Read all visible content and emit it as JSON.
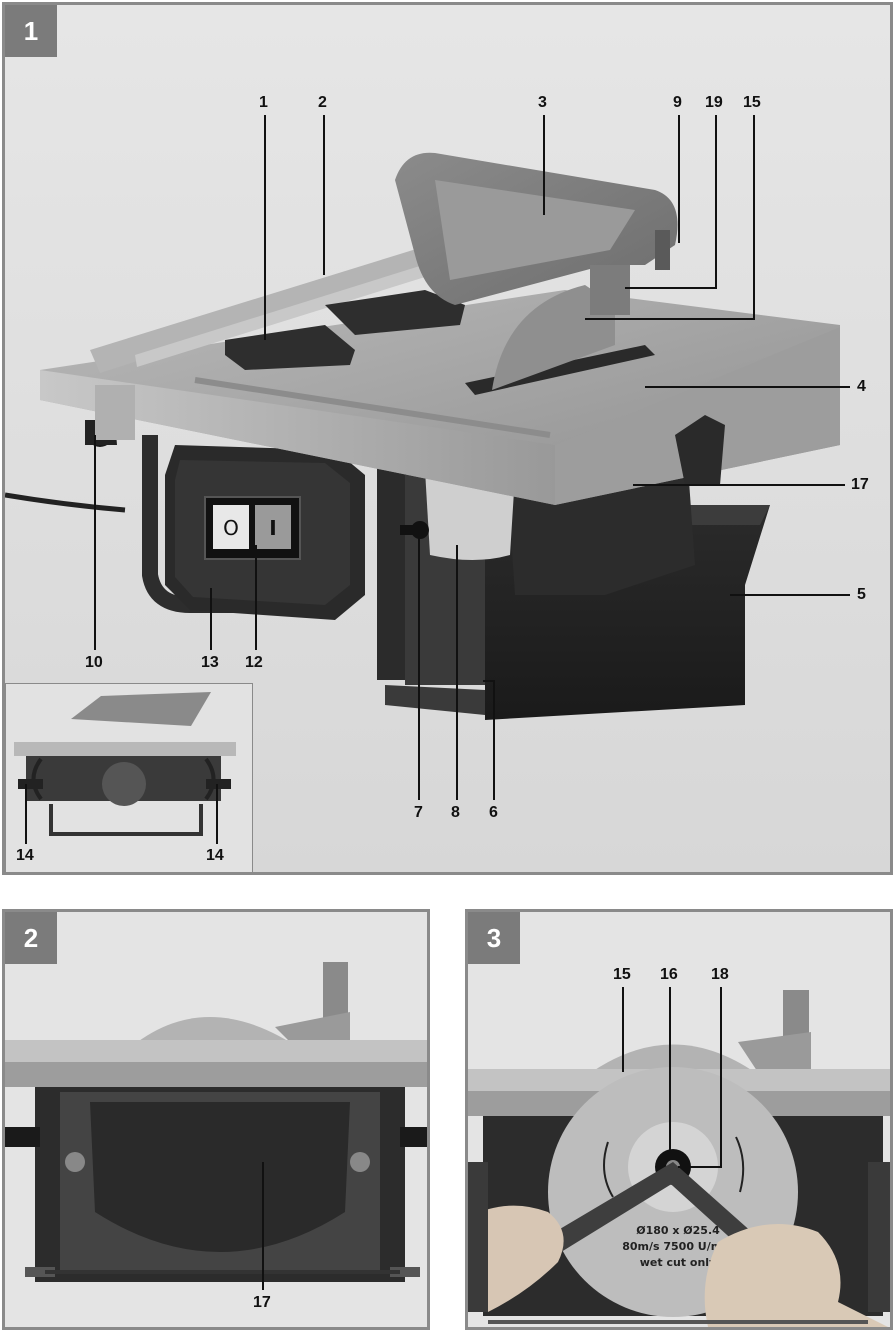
{
  "figure1": {
    "badge": "1",
    "labels": {
      "l1": "1",
      "l2": "2",
      "l3": "3",
      "l9": "9",
      "l19": "19",
      "l15": "15",
      "l4": "4",
      "l17": "17",
      "l5": "5",
      "l10": "10",
      "l13": "13",
      "l12": "12",
      "l7": "7",
      "l8": "8",
      "l6": "6"
    },
    "inset": {
      "left": "14",
      "right": "14"
    },
    "switch": {
      "off": "O",
      "on": "I"
    }
  },
  "figure2": {
    "badge": "2",
    "labels": {
      "l17": "17"
    }
  },
  "figure3": {
    "badge": "3",
    "labels": {
      "l15": "15",
      "l16": "16",
      "l18": "18"
    },
    "blade_text": [
      "Ø180 x Ø25.4",
      "80m/s  7500 U/min",
      "wet cut only"
    ]
  },
  "colors": {
    "frame": "#8a8a8a",
    "badge": "#7b7b7b",
    "label": "#111111"
  }
}
